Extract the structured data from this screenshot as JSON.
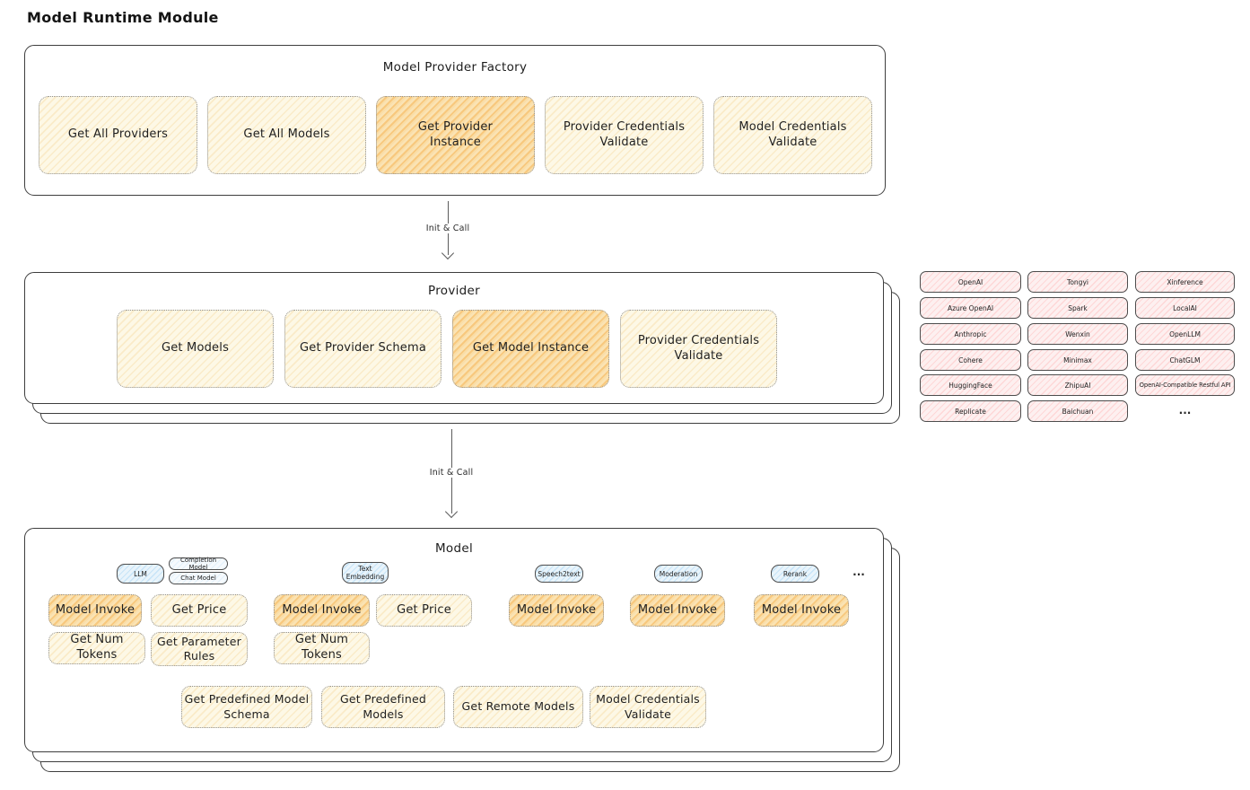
{
  "title": "Model Runtime Module",
  "arrows": [
    {
      "label": "Init & Call"
    },
    {
      "label": "Init & Call"
    }
  ],
  "factory": {
    "title": "Model Provider Factory",
    "boxes": [
      {
        "label": "Get All Providers",
        "highlighted": false
      },
      {
        "label": "Get All Models",
        "highlighted": false
      },
      {
        "label": "Get Provider Instance",
        "highlighted": true
      },
      {
        "label": "Provider Credentials Validate",
        "highlighted": false
      },
      {
        "label": "Model Credentials Validate",
        "highlighted": false
      }
    ]
  },
  "provider": {
    "title": "Provider",
    "boxes": [
      {
        "label": "Get Models",
        "highlighted": false
      },
      {
        "label": "Get Provider Schema",
        "highlighted": false
      },
      {
        "label": "Get Model Instance",
        "highlighted": true
      },
      {
        "label": "Provider Credentials Validate",
        "highlighted": false
      }
    ]
  },
  "providers_list": {
    "columns": [
      [
        "OpenAI",
        "Azure OpenAI",
        "Anthropic",
        "Cohere",
        "HuggingFace",
        "Replicate"
      ],
      [
        "Tongyi",
        "Spark",
        "Wenxin",
        "Minimax",
        "ZhipuAI",
        "Baichuan"
      ],
      [
        "Xinference",
        "LocalAI",
        "OpenLLM",
        "ChatGLM",
        "OpenAI-Compatible Restful API"
      ]
    ],
    "more": "..."
  },
  "model": {
    "title": "Model",
    "tags": [
      "LLM",
      "Completion Model",
      "Chat Model",
      "Text Embedding",
      "Speech2text",
      "Moderation",
      "Rerank"
    ],
    "more": "...",
    "functions": {
      "model_invoke": "Model Invoke",
      "get_price": "Get Price",
      "get_num_tokens": "Get Num Tokens",
      "get_parameter_rules": "Get Parameter Rules",
      "get_predefined_model_schema": "Get Predefined Model Schema",
      "get_predefined_models": "Get Predefined Models",
      "get_remote_models": "Get Remote Models",
      "model_credentials_validate": "Model Credentials Validate"
    }
  },
  "colors": {
    "node_fill": "#fdf8e6",
    "node_highlight": "#fae3b4",
    "chip_fill": "#fdf0f0",
    "tag_fill": "#e9f4fb",
    "container_border": "#3e3e3e",
    "text": "#1f1f1f"
  }
}
